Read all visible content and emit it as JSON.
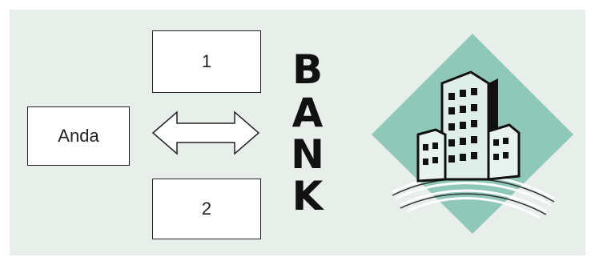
{
  "diagram": {
    "you_label": "Anda",
    "option_1_label": "1",
    "option_2_label": "2",
    "bank_letters": [
      "B",
      "A",
      "N",
      "K"
    ]
  },
  "colors": {
    "background": "#e8efeb",
    "box_fill": "#ffffff",
    "outline": "#222222",
    "logo_teal": "#8fc7b8",
    "logo_dark": "#111111"
  },
  "icons": {
    "arrow": "double-arrow-icon",
    "logo": "bank-building-logo-icon"
  }
}
